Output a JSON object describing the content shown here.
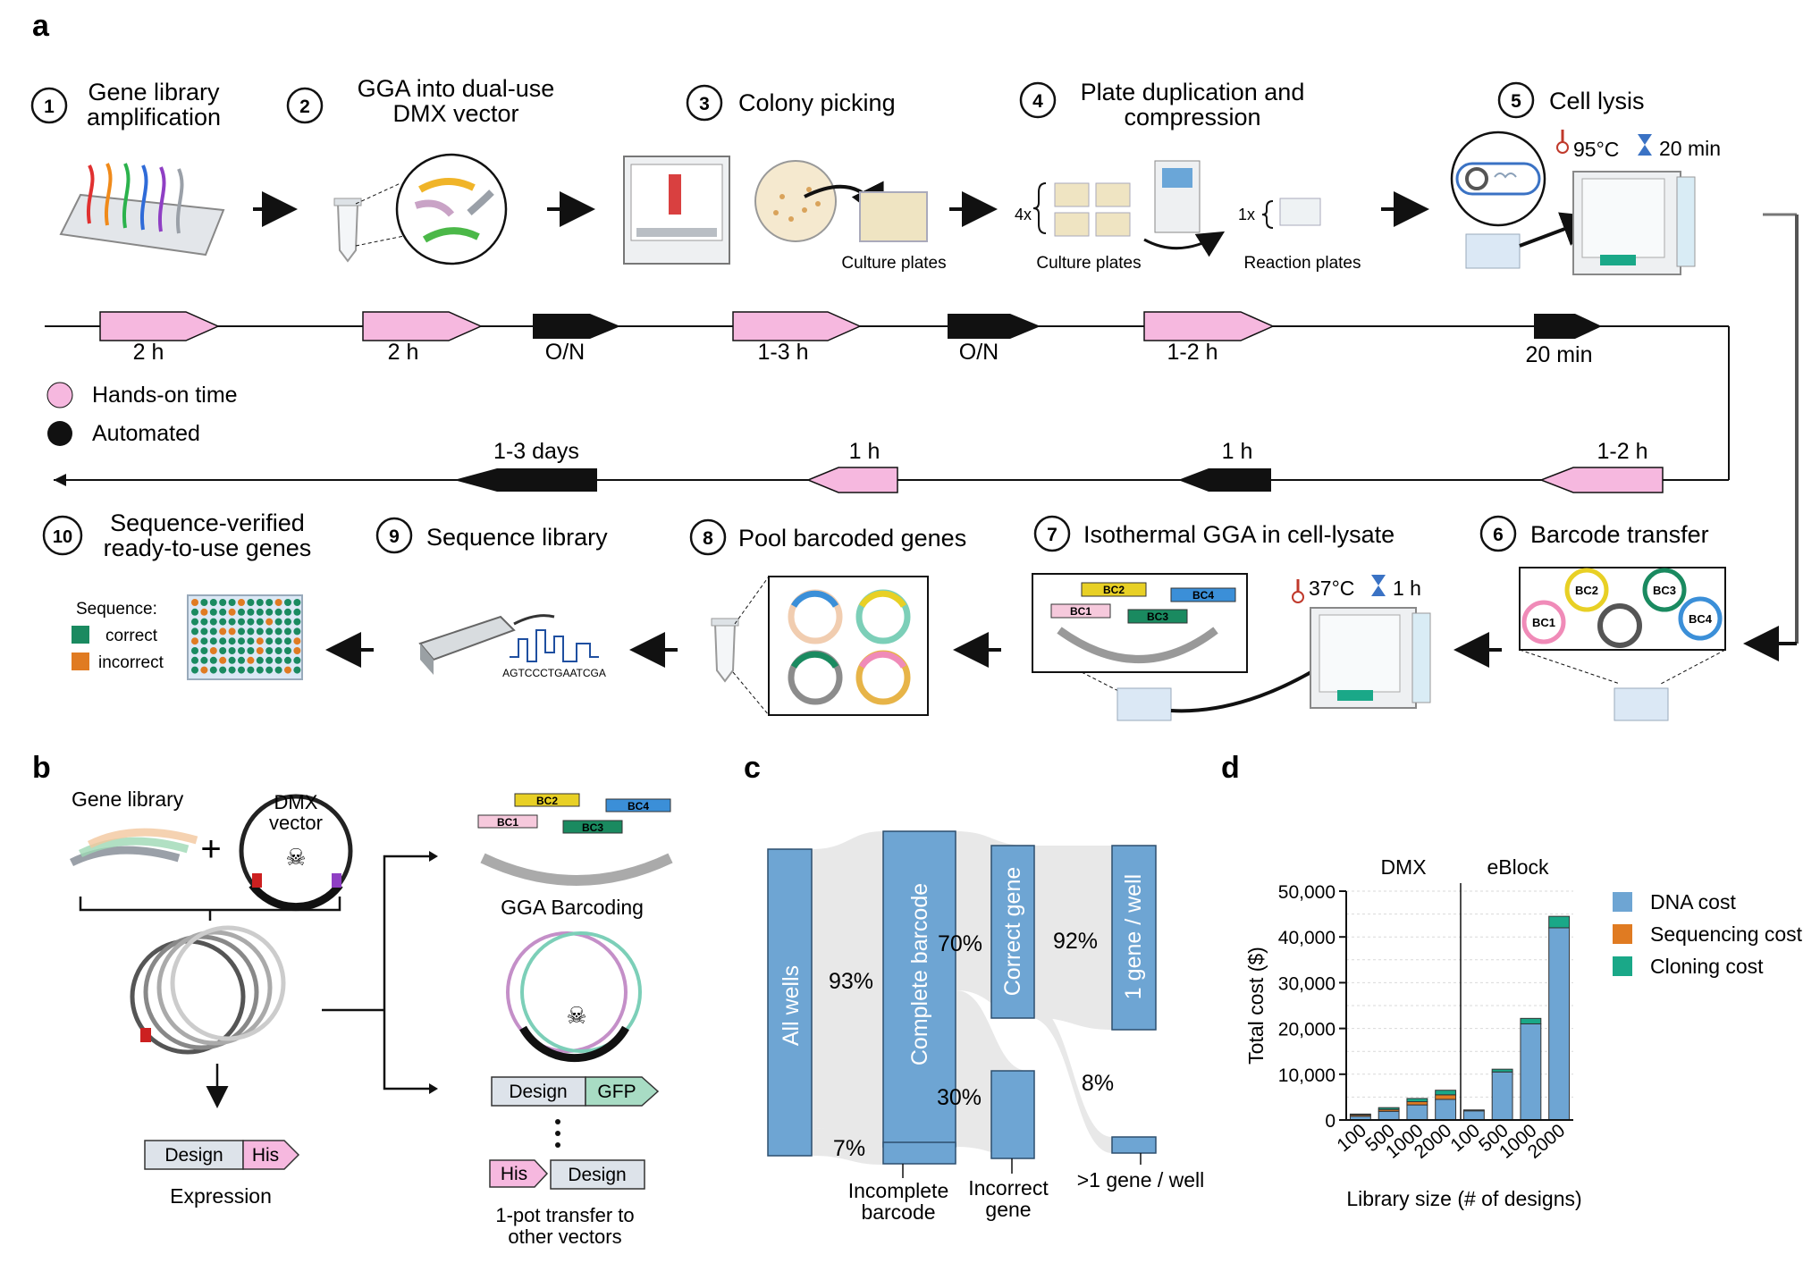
{
  "panel_labels": {
    "a": "a",
    "b": "b",
    "c": "c",
    "d": "d"
  },
  "steps": [
    {
      "n": "1",
      "line1": "Gene library",
      "line2": "amplification"
    },
    {
      "n": "2",
      "line1": "GGA into dual-use",
      "line2": "DMX vector"
    },
    {
      "n": "3",
      "line1": "Colony picking",
      "line2": ""
    },
    {
      "n": "4",
      "line1": "Plate duplication and",
      "line2": "compression"
    },
    {
      "n": "5",
      "line1": "Cell lysis",
      "line2": ""
    },
    {
      "n": "6",
      "line1": "Barcode transfer",
      "line2": ""
    },
    {
      "n": "7",
      "line1": "Isothermal GGA in cell-lysate",
      "line2": ""
    },
    {
      "n": "8",
      "line1": "Pool barcoded genes",
      "line2": ""
    },
    {
      "n": "9",
      "line1": "Sequence library",
      "line2": ""
    },
    {
      "n": "10",
      "line1": "Sequence-verified",
      "line2": "ready-to-use genes"
    }
  ],
  "illustration_text": {
    "culture_plates_1": "Culture plates",
    "mult_4x": "4x",
    "culture_plates_2": "Culture plates",
    "mult_1x": "1x",
    "reaction_plates": "Reaction plates",
    "lysis_temp": "95°C",
    "lysis_time": "20 min",
    "gga_temp": "37°C",
    "gga_time": "1 h",
    "dna_seq": "AGTCCCTGAATCGA",
    "seq_label": "Sequence:",
    "correct": "correct",
    "incorrect": "incorrect",
    "bc1": "BC1",
    "bc2": "BC2",
    "bc3": "BC3",
    "bc4": "BC4"
  },
  "timeline_top": [
    "2 h",
    "2 h",
    "O/N",
    "1-3 h",
    "O/N",
    "1-2 h",
    "20 min"
  ],
  "timeline_bottom": [
    "1-3 days",
    "1 h",
    "1 h",
    "1-2 h"
  ],
  "legend": {
    "hands_on": "Hands-on time",
    "automated": "Automated"
  },
  "colors": {
    "hands_on": "#f6b8df",
    "automated": "#111111",
    "dna": "#6ea5d3",
    "seq": "#e07b22",
    "clone": "#1aa888"
  },
  "panel_b": {
    "gene_library": "Gene library",
    "plus": "+",
    "vector_line1": "DMX",
    "vector_line2": "vector",
    "design": "Design",
    "his": "His",
    "expression": "Expression",
    "gga_barcoding": "GGA Barcoding",
    "design2": "Design",
    "gfp": "GFP",
    "his2": "His",
    "design3": "Design",
    "transfer_line1": "1-pot transfer to",
    "transfer_line2": "other vectors"
  },
  "panel_c": {
    "nodes": {
      "all_wells": "All wells",
      "complete_barcode": "Complete barcode",
      "correct_gene": "Correct gene",
      "one_gene": "1 gene / well",
      "incomplete_1": "Incomplete",
      "incomplete_2": "barcode",
      "incorrect_1": "Incorrect",
      "incorrect_2": "gene",
      "multi_gene": ">1 gene / well"
    },
    "flows": {
      "complete": "93%",
      "incomplete": "7%",
      "correct": "70%",
      "incorrect": "30%",
      "one": "92%",
      "multi": "8%"
    }
  },
  "chart_data": {
    "type": "bar",
    "stacked": true,
    "group_labels": [
      "DMX",
      "eBlock"
    ],
    "categories": [
      "100",
      "500",
      "1000",
      "2000",
      "100",
      "500",
      "1000",
      "2000"
    ],
    "series": [
      {
        "name": "DNA cost",
        "color": "#6ea5d3",
        "values": [
          800,
          1900,
          3300,
          4500,
          2000,
          10500,
          21000,
          42000
        ]
      },
      {
        "name": "Sequencing cost",
        "color": "#e07b22",
        "values": [
          300,
          400,
          700,
          1000,
          0,
          0,
          0,
          0
        ]
      },
      {
        "name": "Cloning cost",
        "color": "#1aa888",
        "values": [
          200,
          400,
          700,
          1000,
          200,
          600,
          1200,
          2500
        ]
      }
    ],
    "xlabel": "Library size (# of designs)",
    "ylabel": "Total cost ($)",
    "ylim": [
      0,
      50000
    ],
    "yticks": [
      "0",
      "10,000",
      "20,000",
      "30,000",
      "40,000",
      "50,000"
    ],
    "legend_position": "right",
    "grid": true
  }
}
